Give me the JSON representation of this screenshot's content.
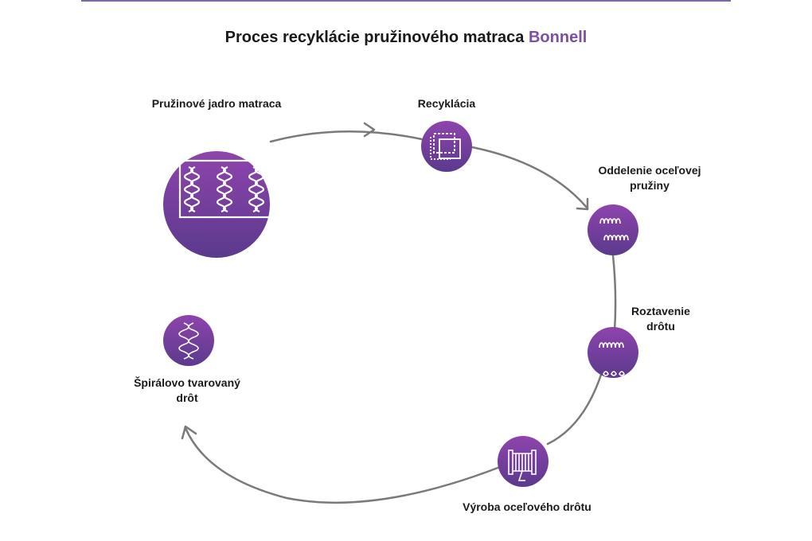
{
  "title": {
    "main": "Proces recyklácie pružinového matraca ",
    "accent": "Bonnell"
  },
  "colors": {
    "purple_light": "#8e44ad",
    "purple_dark": "#5b3a8c",
    "accent": "#7b4fa3",
    "connector": "#7a7a7a"
  },
  "steps": [
    {
      "label": "Pružinové jadro matraca",
      "icon": "spring-core-icon"
    },
    {
      "label": "Recyklácia",
      "icon": "recycle-squares-icon"
    },
    {
      "label": "Oddelenie oceľovej pružiny",
      "icon": "coil-springs-icon"
    },
    {
      "label": "Roztavenie drôtu",
      "icon": "melting-coil-icon"
    },
    {
      "label": "Výroba oceľového drôtu",
      "icon": "wire-spool-icon"
    },
    {
      "label": "Špirálovo tvarovaný drôt",
      "icon": "spiral-wire-icon"
    }
  ]
}
